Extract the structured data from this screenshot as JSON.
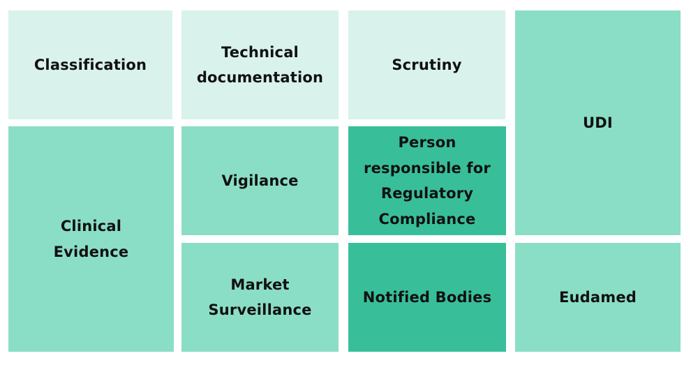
{
  "colors": {
    "light": "#d9f2ec",
    "mid": "#8bdec6",
    "dark": "#38bf9a",
    "text": "#111111",
    "background": "#ffffff"
  },
  "tiles": {
    "classification": {
      "label": "Classification",
      "shade": "light"
    },
    "technical_documentation": {
      "label": "Technical documentation",
      "shade": "light"
    },
    "scrutiny": {
      "label": "Scrutiny",
      "shade": "light"
    },
    "udi": {
      "label": "UDI",
      "shade": "mid"
    },
    "clinical_evidence": {
      "label": "Clinical Evidence",
      "shade": "mid"
    },
    "vigilance": {
      "label": "Vigilance",
      "shade": "mid"
    },
    "person_responsible": {
      "label": "Person responsible for Regulatory Compliance",
      "shade": "dark"
    },
    "market_surveillance": {
      "label": "Market Surveillance",
      "shade": "mid"
    },
    "notified_bodies": {
      "label": "Notified Bodies",
      "shade": "dark"
    },
    "eudamed": {
      "label": "Eudamed",
      "shade": "mid"
    }
  }
}
